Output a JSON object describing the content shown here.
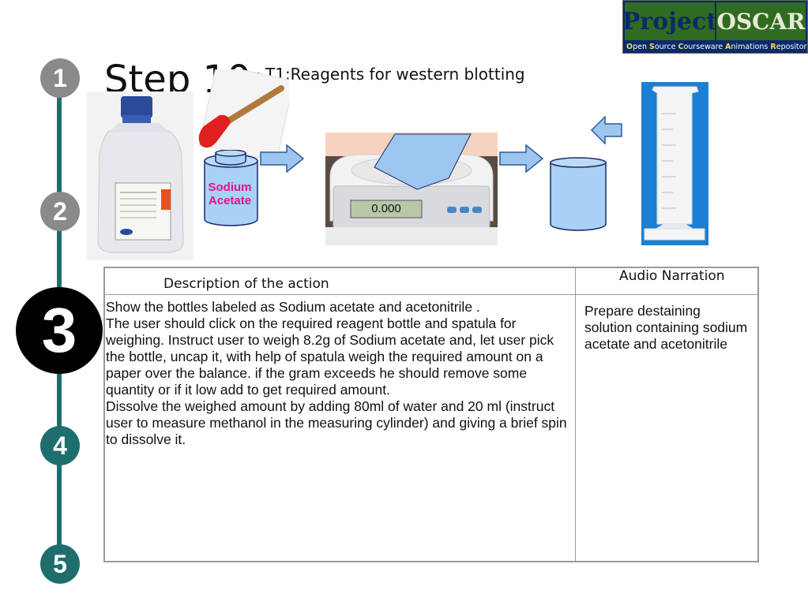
{
  "logo": {
    "project": "Project",
    "oscar": "OSCAR",
    "subtitle_parts": [
      "O",
      "pen ",
      "S",
      "ource ",
      "C",
      "ourseware ",
      "A",
      "nimations ",
      "R",
      "epository"
    ]
  },
  "steps": [
    "1",
    "2",
    "3",
    "4",
    "5"
  ],
  "current_step": "3",
  "step_title": "Step 10:",
  "subtitle": "T1:Reagents for western blotting",
  "beaker_label_line1": "Sodium",
  "beaker_label_line2": "Acetate",
  "scale_readout": "0.000",
  "table": {
    "header_description": "Description of the action",
    "header_audio": "Audio Narration",
    "description_lines": [
      "Show the bottles labeled as  Sodium acetate and acetonitrile .",
      "The user should click on the required reagent bottle and spatula for weighing. Instruct user to weigh 8.2g of  Sodium acetate and, let user pick the bottle, uncap it, with help of spatula weigh the required amount on a paper over the balance.  if the gram exceeds he should remove some quantity or if it low add to get required amount.",
      "Dissolve the weighed amount by adding 80ml of water and 20 ml  (instruct user to measure methanol in the measuring cylinder) and giving a brief spin to dissolve it."
    ],
    "audio_narration": "Prepare destaining solution containing sodium acetate and acetonitrile"
  },
  "colors": {
    "timeline": "#1f6e6e",
    "step_inactive": "#8a8a8a",
    "step_current": "#000000",
    "arrow_fill": "#9cc6ee",
    "sodium_label": "#e0148c",
    "logo_green": "#2f6b20",
    "logo_blue": "#0b2a6a"
  }
}
